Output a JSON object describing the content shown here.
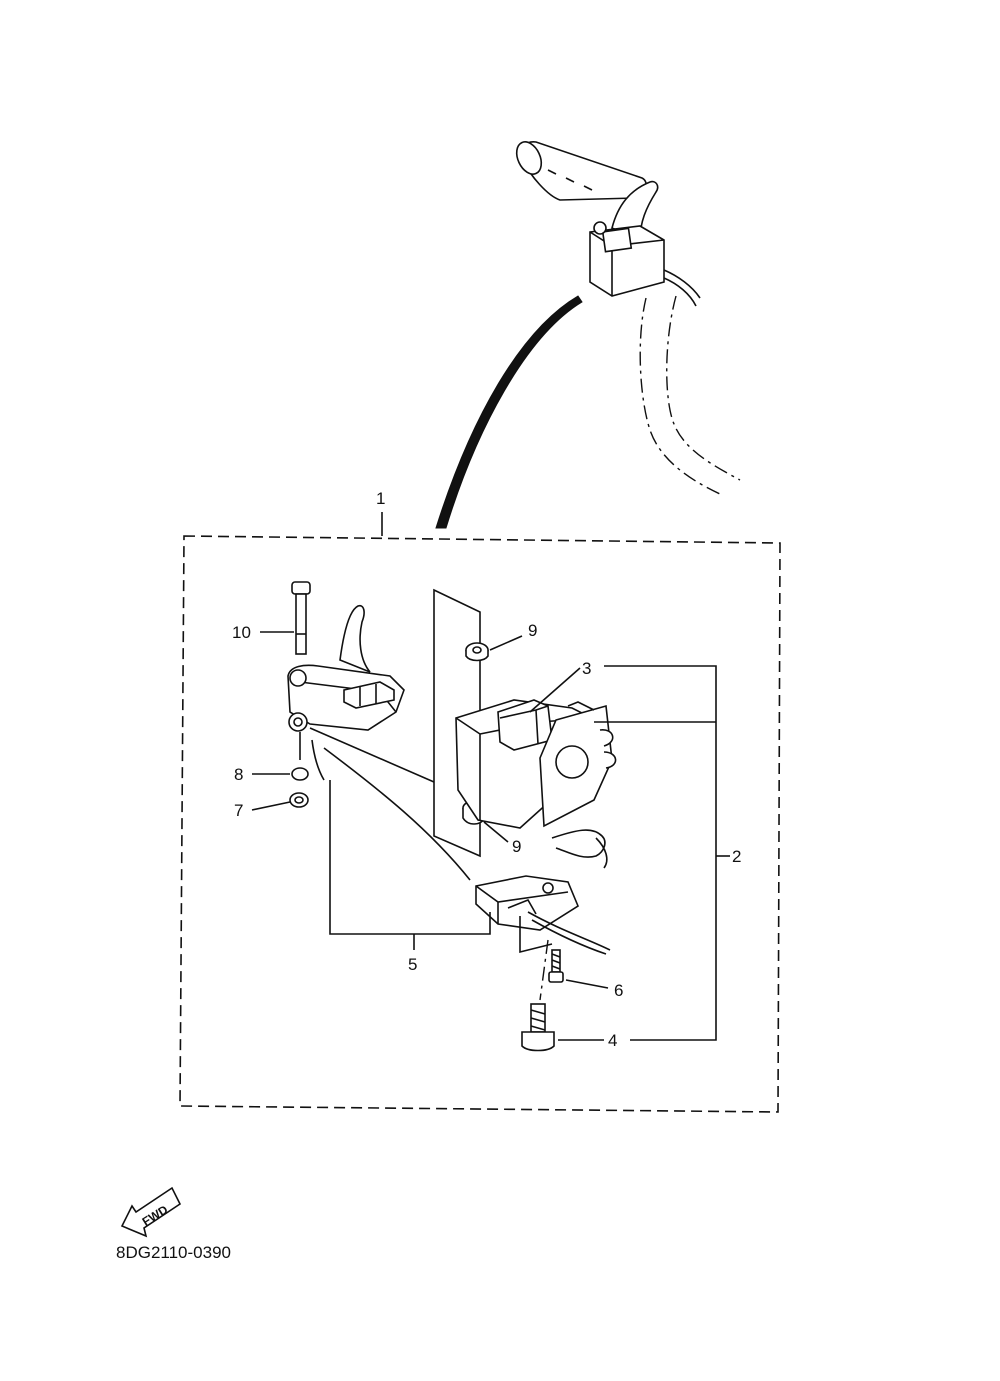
{
  "callouts": {
    "c1": "1",
    "c2": "2",
    "c3": "3",
    "c4": "4",
    "c5": "5",
    "c6": "6",
    "c7": "7",
    "c8": "8",
    "c9_top": "9",
    "c9_bottom": "9",
    "c10": "10"
  },
  "fwd_arrow": {
    "label": "FWD",
    "icon": "fwd-arrow-icon"
  },
  "drawing_code": "8DG2110-0390"
}
